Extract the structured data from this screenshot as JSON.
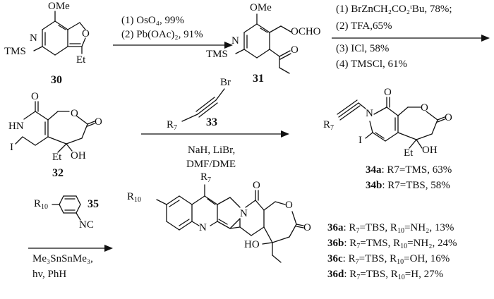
{
  "compounds": {
    "c30": {
      "label": "30",
      "atoms": {
        "ome": "OMe",
        "n": "N",
        "o": "O",
        "tms": "TMS",
        "et": "Et"
      }
    },
    "c31": {
      "label": "31",
      "atoms": {
        "ome": "OMe",
        "n": "N",
        "ocho": "OCHO",
        "tms": "TMS",
        "o": "O"
      }
    },
    "c32": {
      "label": "32",
      "atoms": {
        "o1": "O",
        "hn": "HN",
        "o2": "O",
        "o3": "O",
        "i": "I",
        "et": "Et",
        "oh": "OH"
      }
    },
    "c33": {
      "label": "33",
      "atoms": {
        "br": "Br"
      }
    },
    "c34": {
      "atoms": {
        "n": "N",
        "o1": "O",
        "o2": "O",
        "o3": "O",
        "i": "I",
        "et": "Et",
        "oh": "OH"
      }
    },
    "c35": {
      "label": "35",
      "atoms": {
        "nc": "NC"
      }
    },
    "c36": {
      "atoms": {
        "n1": "N",
        "n2": "N",
        "o1": "O",
        "o2": "O",
        "o3": "O",
        "ho": "HO"
      }
    }
  },
  "conditions": {
    "step1": [
      "(1) OsO₄, 99%",
      "(2) Pb(OAc)₂, 91%"
    ],
    "step2": [
      "(1) BrZnCH₂CO₂ᵗBu, 78%;",
      "(2) TFA,65%",
      "(3) ICl, 58%",
      "(4) TMSCl, 61%"
    ],
    "step3": [
      "NaH, LiBr,",
      "DMF/DME"
    ],
    "step4": [
      "Me₃SnSnMe₃,",
      "hv, PhH"
    ]
  },
  "results_34": [
    {
      "label": "34a",
      "text": ": R7=TMS, 63%"
    },
    {
      "label": "34b",
      "text": ": R7=TBS, 58%"
    }
  ],
  "results_36": [
    {
      "label": "36a",
      "r7": "TBS",
      "r10": "NH₂",
      "yield": "13%"
    },
    {
      "label": "36b",
      "r7": "TMS",
      "r10": "NH₂",
      "yield": "24%"
    },
    {
      "label": "36c",
      "r7": "TBS",
      "r10": "OH",
      "yield": "16%"
    },
    {
      "label": "36d",
      "r7": "TBS",
      "r10": "H",
      "yield": "27%"
    }
  ]
}
